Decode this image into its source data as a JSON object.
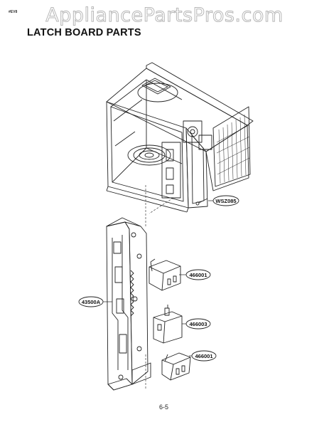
{
  "watermark": "AppliancePartsPros.com",
  "model_code": "#EV8",
  "title": "LATCH BOARD PARTS",
  "page_number": "6-5",
  "callouts": [
    {
      "id": "wsz085",
      "label": "WSZ085"
    },
    {
      "id": "466001a",
      "label": "466001"
    },
    {
      "id": "43500a",
      "label": "43500A"
    },
    {
      "id": "466003",
      "label": "466003"
    },
    {
      "id": "466001b",
      "label": "466001"
    }
  ]
}
